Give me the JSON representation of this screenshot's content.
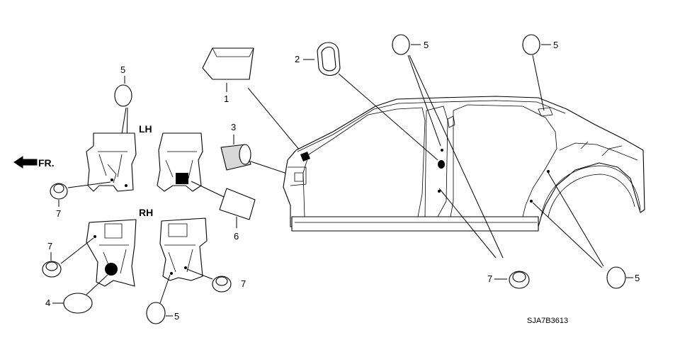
{
  "labels": {
    "front_direction": "FR.",
    "left_hand": "LH",
    "right_hand": "RH",
    "diagram_code": "SJA7B3613"
  },
  "callouts": {
    "c1": "1",
    "c2": "2",
    "c3": "3",
    "c4": "4",
    "c5_top": "5",
    "c5_pillar": "5",
    "c5_rear_top": "5",
    "c5_rear_bottom": "5",
    "c5_rh_bottom": "5",
    "c6": "6",
    "c7_lh": "7",
    "c7_rh_left": "7",
    "c7_rh_right": "7",
    "c7_body": "7"
  }
}
